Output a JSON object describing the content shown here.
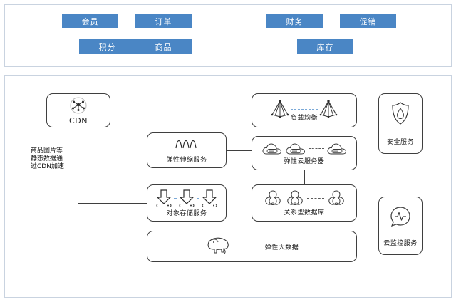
{
  "modules_panel": {
    "buttons": [
      {
        "label": "会员",
        "name": "module-button-member"
      },
      {
        "label": "订单",
        "name": "module-button-order"
      },
      {
        "label": "财务",
        "name": "module-button-finance"
      },
      {
        "label": "促销",
        "name": "module-button-promotion"
      },
      {
        "label": "积分",
        "name": "module-button-points"
      },
      {
        "label": "商品",
        "name": "module-button-product"
      },
      {
        "label": "库存",
        "name": "module-button-inventory"
      }
    ],
    "button_color": "#4a86c5",
    "button_text_color": "#ffffff"
  },
  "architecture_panel": {
    "nodes": {
      "cdn": {
        "label": "CDN",
        "icon": "cdn-network-icon"
      },
      "autoscaling": {
        "label": "弹性伸缩服务",
        "icon": "scaling-wave-icon"
      },
      "object_storage": {
        "label": "对象存储服务",
        "icon": "storage-download-icon",
        "icon_count": 3
      },
      "big_data": {
        "label": "弹性大数据",
        "icon": "hadoop-elephant-icon"
      },
      "load_balancing": {
        "label": "负载均衡",
        "icon": "load-balancer-icon",
        "icon_count": 2
      },
      "elastic_cloud_server": {
        "label": "弹性云服务器",
        "icon": "cloud-server-icon",
        "icon_count": 3
      },
      "relational_database": {
        "label": "关系型数据库",
        "icon": "database-cluster-icon",
        "icon_count": 3
      },
      "security_service": {
        "label": "安全服务",
        "icon": "shield-icon"
      },
      "cloud_monitor": {
        "label": "云监控服务",
        "icon": "monitor-pulse-icon"
      }
    },
    "annotations": {
      "cdn_note_line1": "商品图片等",
      "cdn_note_line2": "静态数据通",
      "cdn_note_line3": "过CDN加速"
    },
    "border_color": "#c9d3e0",
    "node_border_color": "#3f3f3f"
  }
}
